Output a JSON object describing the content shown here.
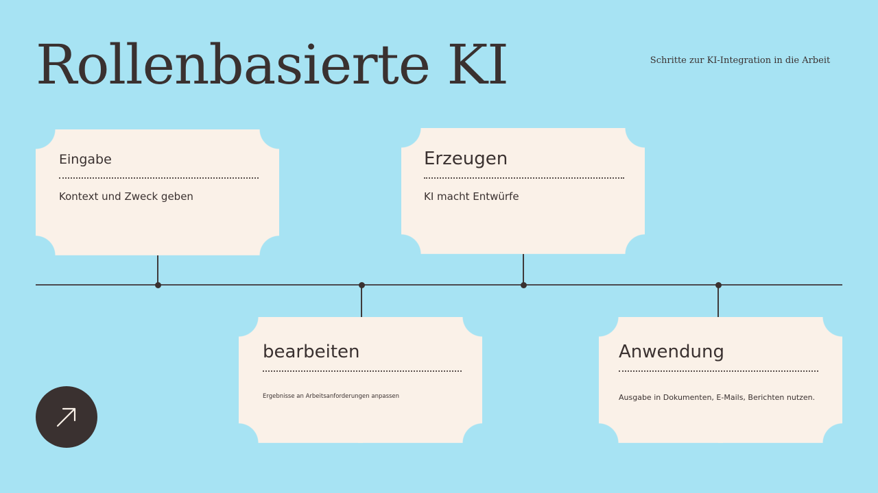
{
  "header": {
    "title": "Rollenbasierte KI",
    "subtitle": "Schritte zur KI-Integration in die Arbeit"
  },
  "steps": [
    {
      "title": "Eingabe",
      "description": "Kontext und Zweck geben"
    },
    {
      "title": "Erzeugen",
      "description": "KI macht Entwürfe"
    },
    {
      "title": "bearbeiten",
      "description": "Ergebnisse an Arbeitsanforderungen anpassen"
    },
    {
      "title": "Anwendung",
      "description": "Ausgabe in Dokumenten, E-Mails, Berichten nutzen."
    }
  ],
  "icons": {
    "nav_button": "arrow-up-right-icon"
  },
  "colors": {
    "background": "#a7e3f3",
    "card": "#faf1e8",
    "text": "#3a3130",
    "line": "#4b4a4e"
  }
}
